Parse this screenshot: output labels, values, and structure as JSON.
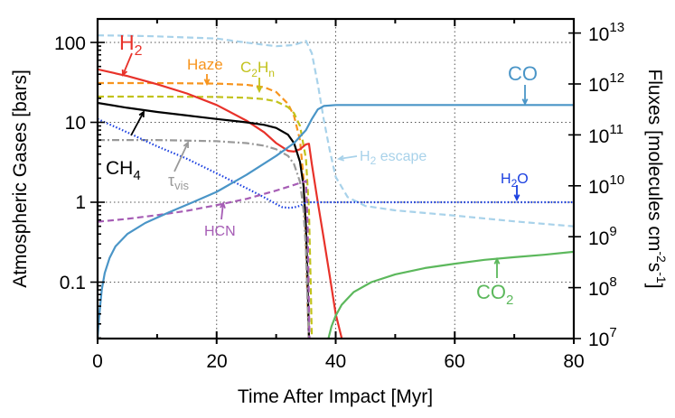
{
  "chart_data": {
    "type": "line",
    "title": "",
    "xlabel": "Time After Impact [Myr]",
    "ylabel": "Atmospheric Gases [bars]",
    "y2label": "Fluxes [molecules cm-2 s-1]",
    "xlim": [
      0,
      80
    ],
    "ylim": [
      0.02,
      200
    ],
    "y2lim": [
      10000000.0,
      20000000000000.0
    ],
    "yscale": "log",
    "y2scale": "log",
    "grid": true,
    "x_ticks": [
      0,
      20,
      40,
      60,
      80
    ],
    "y_ticks": [
      "0.1",
      "1",
      "10",
      "100"
    ],
    "y_tick_values": [
      0.1,
      1,
      10,
      100
    ],
    "y2_ticks": [
      7,
      8,
      9,
      10,
      11,
      12,
      13
    ],
    "series": [
      {
        "name": "H2 escape",
        "axis": "right",
        "color": "#a8d2ea",
        "style": "dashed",
        "x": [
          0,
          5,
          10,
          20,
          25,
          30,
          33,
          35,
          36,
          37,
          38,
          39,
          40,
          42,
          45,
          50,
          60,
          70,
          80
        ],
        "values": [
          9000000000000.0,
          8900000000000.0,
          8600000000000.0,
          7800000000000.0,
          6500000000000.0,
          5500000000000.0,
          5800000000000.0,
          7000000000000.0,
          4000000000000.0,
          1000000000000.0,
          200000000000.0,
          50000000000.0,
          15000000000.0,
          6000000000.0,
          4000000000.0,
          3300000000.0,
          2600000000.0,
          2000000000.0,
          1600000000.0
        ]
      },
      {
        "name": "Haze",
        "axis": "left",
        "color": "#f7941d",
        "style": "dashed",
        "x": [
          0,
          10,
          20,
          25,
          28,
          30,
          32,
          33,
          34,
          34.6,
          35,
          35.3,
          35.5
        ],
        "values": [
          31,
          31,
          30.5,
          29.5,
          27.5,
          24,
          17,
          12,
          6,
          2,
          0.3,
          0.05,
          0.02
        ]
      },
      {
        "name": "C2Hn",
        "axis": "left",
        "color": "#c2c21b",
        "style": "dashed",
        "x": [
          0,
          10,
          20,
          25,
          28,
          30,
          32,
          33,
          34,
          35,
          35.5,
          35.8,
          36
        ],
        "values": [
          21,
          21,
          20.8,
          20.3,
          19.5,
          18.3,
          15.5,
          13,
          9,
          3.5,
          0.8,
          0.1,
          0.02
        ]
      },
      {
        "name": "H2",
        "axis": "left",
        "color": "#e8322a",
        "style": "solid",
        "x": [
          0,
          5,
          10,
          15,
          20,
          25,
          28,
          30,
          32,
          33,
          34,
          35,
          35.5,
          36,
          37,
          38,
          39,
          40,
          41
        ],
        "values": [
          46,
          38,
          30,
          23,
          16.5,
          10.5,
          7.5,
          5.5,
          4.4,
          4.3,
          4.6,
          5.3,
          5.4,
          3,
          1,
          0.35,
          0.12,
          0.04,
          0.02
        ]
      },
      {
        "name": "CH4",
        "axis": "left",
        "color": "#000000",
        "style": "solid",
        "x": [
          0,
          5,
          10,
          15,
          20,
          25,
          28,
          30,
          32,
          33,
          34,
          34.6,
          35,
          35.3,
          35.5
        ],
        "values": [
          17.5,
          15.2,
          13.5,
          12.2,
          11,
          10,
          9.3,
          8.5,
          7,
          5.5,
          3.2,
          1.6,
          0.5,
          0.1,
          0.02
        ]
      },
      {
        "name": "tau_vis",
        "axis": "left",
        "color": "#999999",
        "style": "dashdot",
        "x": [
          0,
          10,
          20,
          25,
          28,
          30,
          32,
          33,
          34,
          34.6,
          35,
          35.3,
          35.5
        ],
        "values": [
          6,
          6,
          5.8,
          5.5,
          5.1,
          4.6,
          3.8,
          3,
          1.8,
          0.8,
          0.25,
          0.05,
          0.02
        ]
      },
      {
        "name": "H2O",
        "axis": "left",
        "color": "#1a3fe0",
        "style": "dotted",
        "x": [
          0,
          5,
          10,
          15,
          20,
          25,
          28,
          30,
          31,
          32,
          33,
          34,
          35,
          36,
          40,
          50,
          60,
          70,
          80
        ],
        "values": [
          11,
          7.5,
          5,
          3.5,
          2.3,
          1.5,
          1.15,
          0.95,
          0.87,
          0.85,
          0.86,
          0.9,
          1.0,
          1.0,
          1.0,
          1.0,
          1.0,
          1.0,
          1.0
        ]
      },
      {
        "name": "HCN",
        "axis": "left",
        "color": "#a65db5",
        "style": "dashed",
        "x": [
          0,
          5,
          10,
          15,
          20,
          25,
          30,
          33,
          35,
          35.3,
          35.6
        ],
        "values": [
          0.57,
          0.62,
          0.69,
          0.78,
          0.92,
          1.1,
          1.4,
          1.65,
          1.85,
          0.5,
          0.02
        ]
      },
      {
        "name": "CO",
        "axis": "left",
        "color": "#4a95c7",
        "style": "solid",
        "x": [
          0,
          0.3,
          0.7,
          1.2,
          2,
          3,
          5,
          8,
          12,
          16,
          20,
          25,
          30,
          33,
          35,
          36,
          37,
          38,
          40,
          50,
          60,
          70,
          80
        ],
        "values": [
          0.02,
          0.04,
          0.08,
          0.13,
          0.2,
          0.28,
          0.4,
          0.55,
          0.75,
          1.0,
          1.35,
          2.2,
          3.8,
          5.5,
          8,
          11,
          14.5,
          16,
          16.5,
          16.5,
          16.5,
          16.5,
          16.5
        ]
      },
      {
        "name": "CO2",
        "axis": "left",
        "color": "#5cb85c",
        "style": "solid",
        "x": [
          38.8,
          39.3,
          40,
          41,
          43,
          46,
          50,
          55,
          60,
          65,
          70,
          75,
          80
        ],
        "values": [
          0.02,
          0.028,
          0.038,
          0.052,
          0.075,
          0.1,
          0.125,
          0.15,
          0.17,
          0.19,
          0.205,
          0.22,
          0.24
        ]
      }
    ],
    "annotations": [
      {
        "text": "H",
        "sub": "2",
        "color": "#e8322a"
      },
      {
        "text": "Haze",
        "sub": "",
        "color": "#f7941d"
      },
      {
        "text": "C",
        "sub": "2",
        "text2": "H",
        "sub2": "n",
        "color": "#c2c21b"
      },
      {
        "text": "CH",
        "sub": "4",
        "color": "#000000"
      },
      {
        "text": "τ",
        "sub": "vis",
        "color": "#999999"
      },
      {
        "text": "HCN",
        "sub": "",
        "color": "#a65db5"
      },
      {
        "text": "CO",
        "sub": "",
        "color": "#4a95c7"
      },
      {
        "text": "H",
        "sub": "2",
        "text2": " escape",
        "color": "#a8d2ea"
      },
      {
        "text": "H",
        "sub": "2",
        "text2": "O",
        "color": "#1a3fe0"
      },
      {
        "text": "CO",
        "sub": "2",
        "color": "#5cb85c"
      }
    ]
  },
  "labels": {
    "x_axis_title": "Time After Impact [Myr]",
    "y_axis_title": "Atmospheric Gases [bars]",
    "y2_axis_title_main": "Fluxes [molecules cm",
    "y2_axis_title_sup1": "-2",
    "y2_axis_title_mid": "s",
    "y2_axis_title_sup2": "-1",
    "y2_axis_title_end": "]",
    "x_ticks": [
      "0",
      "20",
      "40",
      "60",
      "80"
    ],
    "y_ticks": [
      "0.1",
      "1",
      "10",
      "100"
    ],
    "y2_base": "10",
    "y2_exps": [
      "7",
      "8",
      "9",
      "10",
      "11",
      "12",
      "13"
    ],
    "ann_h2": "H",
    "ann_h2_sub": "2",
    "ann_haze": "Haze",
    "ann_c2hn_c": "C",
    "ann_c2hn_sub1": "2",
    "ann_c2hn_h": "H",
    "ann_c2hn_sub2": "n",
    "ann_ch4": "CH",
    "ann_ch4_sub": "4",
    "ann_tau": "τ",
    "ann_tau_sub": "vis",
    "ann_hcn": "HCN",
    "ann_co": "CO",
    "ann_h2esc": "H",
    "ann_h2esc_sub": "2",
    "ann_h2esc_rest": " escape",
    "ann_h2o_h": "H",
    "ann_h2o_sub": "2",
    "ann_h2o_o": "O",
    "ann_co2": "CO",
    "ann_co2_sub": "2"
  }
}
